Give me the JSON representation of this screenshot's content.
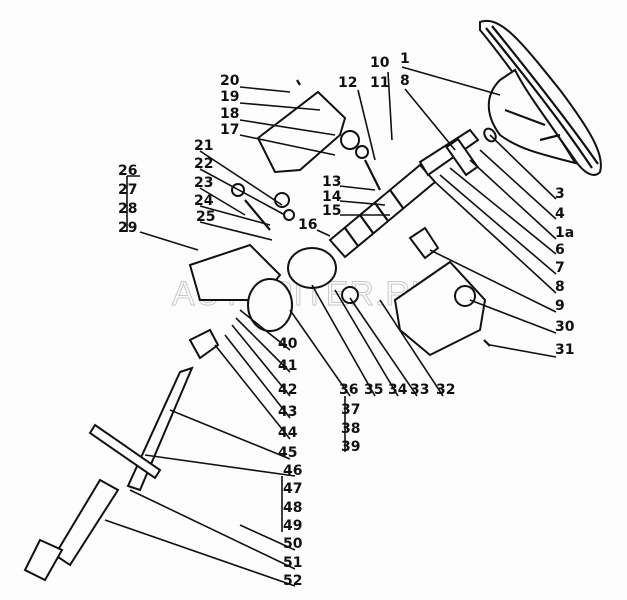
{
  "diagram": {
    "title": "Steering column exploded parts diagram",
    "watermark": "AUTOPITER.RU",
    "labels": [
      "1",
      "8",
      "10",
      "11",
      "12",
      "20",
      "19",
      "18",
      "17",
      "21",
      "22",
      "23",
      "24",
      "25",
      "26",
      "27",
      "28",
      "29",
      "13",
      "14",
      "15",
      "16",
      "3",
      "4",
      "1a",
      "6",
      "7",
      "8",
      "9",
      "30",
      "31",
      "40",
      "41",
      "42",
      "43",
      "44",
      "45",
      "46",
      "47",
      "48",
      "49",
      "50",
      "51",
      "52",
      "36",
      "35",
      "34",
      "33",
      "32",
      "37",
      "38",
      "39"
    ]
  }
}
